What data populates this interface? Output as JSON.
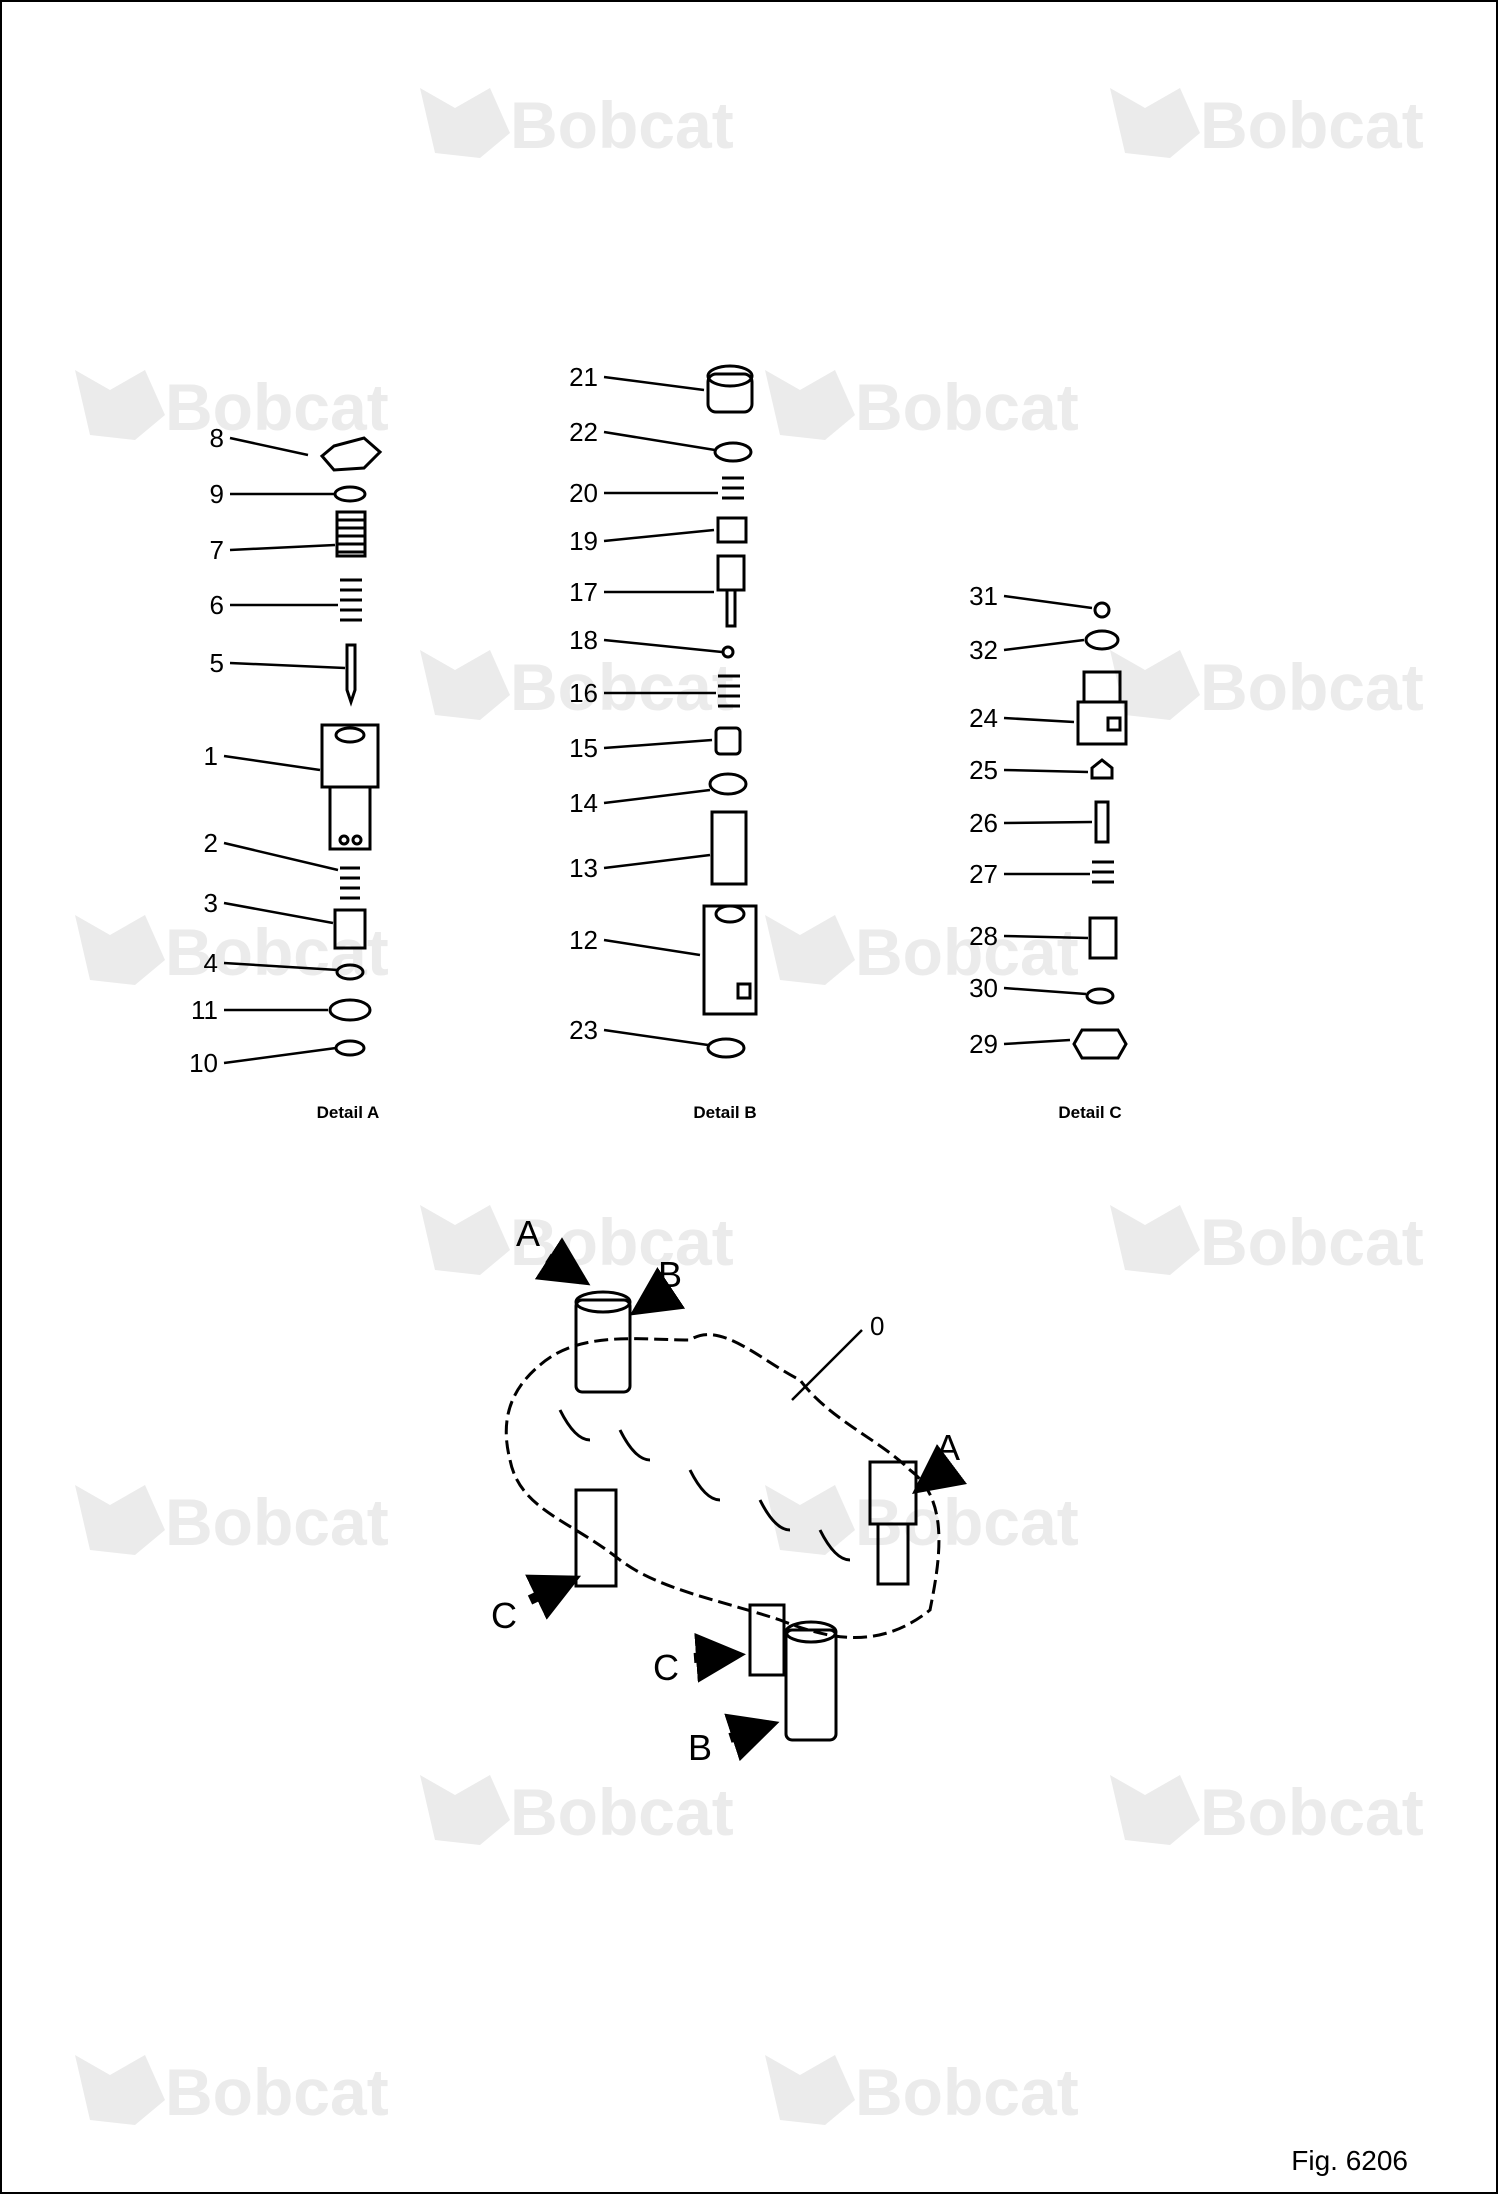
{
  "watermark": {
    "text": "Bobcat",
    "color": "#ebebeb"
  },
  "figure_label": "Fig. 6206",
  "details": [
    {
      "caption": "Detail A",
      "callouts": [
        "8",
        "9",
        "7",
        "6",
        "5",
        "1",
        "2",
        "3",
        "4",
        "11",
        "10"
      ]
    },
    {
      "caption": "Detail B",
      "callouts": [
        "21",
        "22",
        "20",
        "19",
        "17",
        "18",
        "16",
        "15",
        "14",
        "13",
        "12",
        "23"
      ]
    },
    {
      "caption": "Detail C",
      "callouts": [
        "31",
        "32",
        "24",
        "25",
        "26",
        "27",
        "28",
        "30",
        "29"
      ]
    }
  ],
  "assembly": {
    "body_callout": "0",
    "location_marks": [
      "A",
      "B",
      "A",
      "C",
      "C",
      "B"
    ]
  }
}
